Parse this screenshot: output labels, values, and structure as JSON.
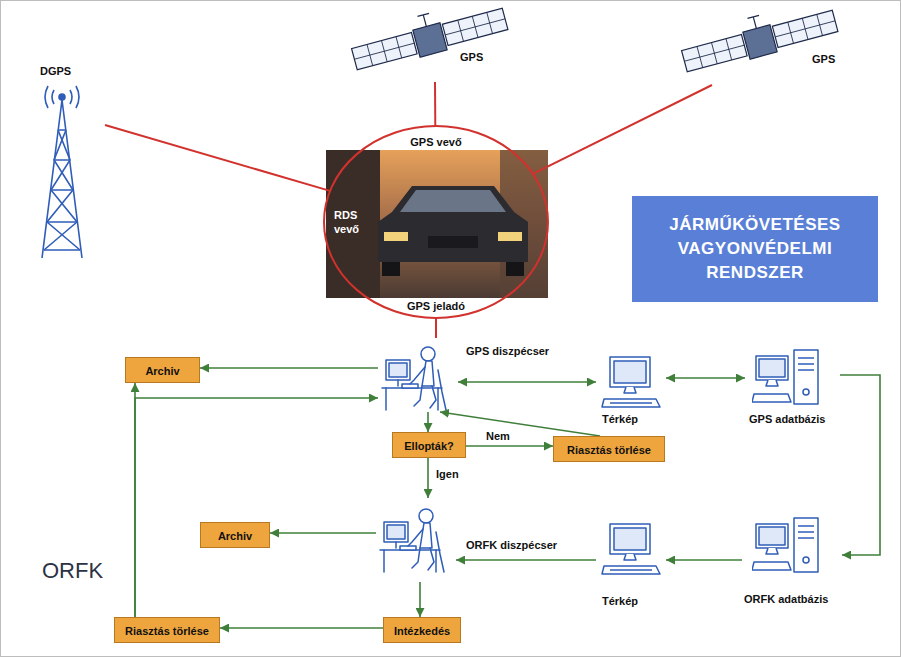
{
  "diagram": {
    "title": "JÁRMŰKÖVETÉSES VAGYONVÉDELMI RENDSZER",
    "nodes": [
      {
        "text": [
          "DGPS"
        ]
      },
      {
        "text": [
          "GPS"
        ]
      },
      {
        "text": [
          "GPS"
        ]
      },
      {
        "text": [
          "GPS vevő",
          "RDS vevő",
          "GPS jeladó"
        ]
      },
      {
        "text": [
          "Archiv"
        ]
      },
      {
        "text": [
          "GPS diszpécser"
        ]
      },
      {
        "text": [
          "Térkép"
        ]
      },
      {
        "text": [
          "GPS adatbázis"
        ]
      },
      {
        "text": [
          "Ellopták?"
        ]
      },
      {
        "text": [
          "Riasztás törlése"
        ]
      },
      {
        "text": [
          "ORFK"
        ]
      },
      {
        "text": [
          "Archiv"
        ],
        "in": 10
      },
      {
        "text": [
          "ORFK diszpécser"
        ],
        "in": 10
      },
      {
        "text": [
          "Térkép"
        ],
        "in": 10
      },
      {
        "text": [
          "ORFK adatbázis"
        ],
        "in": 10
      },
      {
        "text": [
          "Riasztás törlése"
        ],
        "in": 10
      },
      {
        "text": [
          "Intézkedés"
        ],
        "in": 10
      }
    ],
    "edges": [
      {
        "from": 0,
        "to": 3,
        "arrow": "none"
      },
      {
        "from": 1,
        "to": 3,
        "arrow": "none"
      },
      {
        "from": 2,
        "to": 3,
        "arrow": "none"
      },
      {
        "from": 3,
        "to": 5,
        "arrow": "none"
      },
      {
        "from": 5,
        "to": 4,
        "arrow": "to"
      },
      {
        "from": 5,
        "to": 6,
        "arrow": "both"
      },
      {
        "from": 6,
        "to": 7,
        "arrow": "both"
      },
      {
        "from": 5,
        "to": 8,
        "arrow": "to"
      },
      {
        "from": 8,
        "to": 9,
        "arrow": "to",
        "label": "Nem"
      },
      {
        "from": 9,
        "to": 5,
        "arrow": "to"
      },
      {
        "from": 8,
        "to": 12,
        "arrow": "to",
        "label": "Igen"
      },
      {
        "from": 7,
        "to": 14,
        "arrow": "to"
      },
      {
        "from": 14,
        "to": 13,
        "arrow": "to"
      },
      {
        "from": 13,
        "to": 12,
        "arrow": "to"
      },
      {
        "from": 12,
        "to": 11,
        "arrow": "to"
      },
      {
        "from": 12,
        "to": 16,
        "arrow": "to"
      },
      {
        "from": 16,
        "to": 15,
        "arrow": "to"
      },
      {
        "from": 15,
        "to": 4,
        "arrow": "to"
      },
      {
        "from": 15,
        "to": 5,
        "arrow": "to"
      }
    ]
  }
}
